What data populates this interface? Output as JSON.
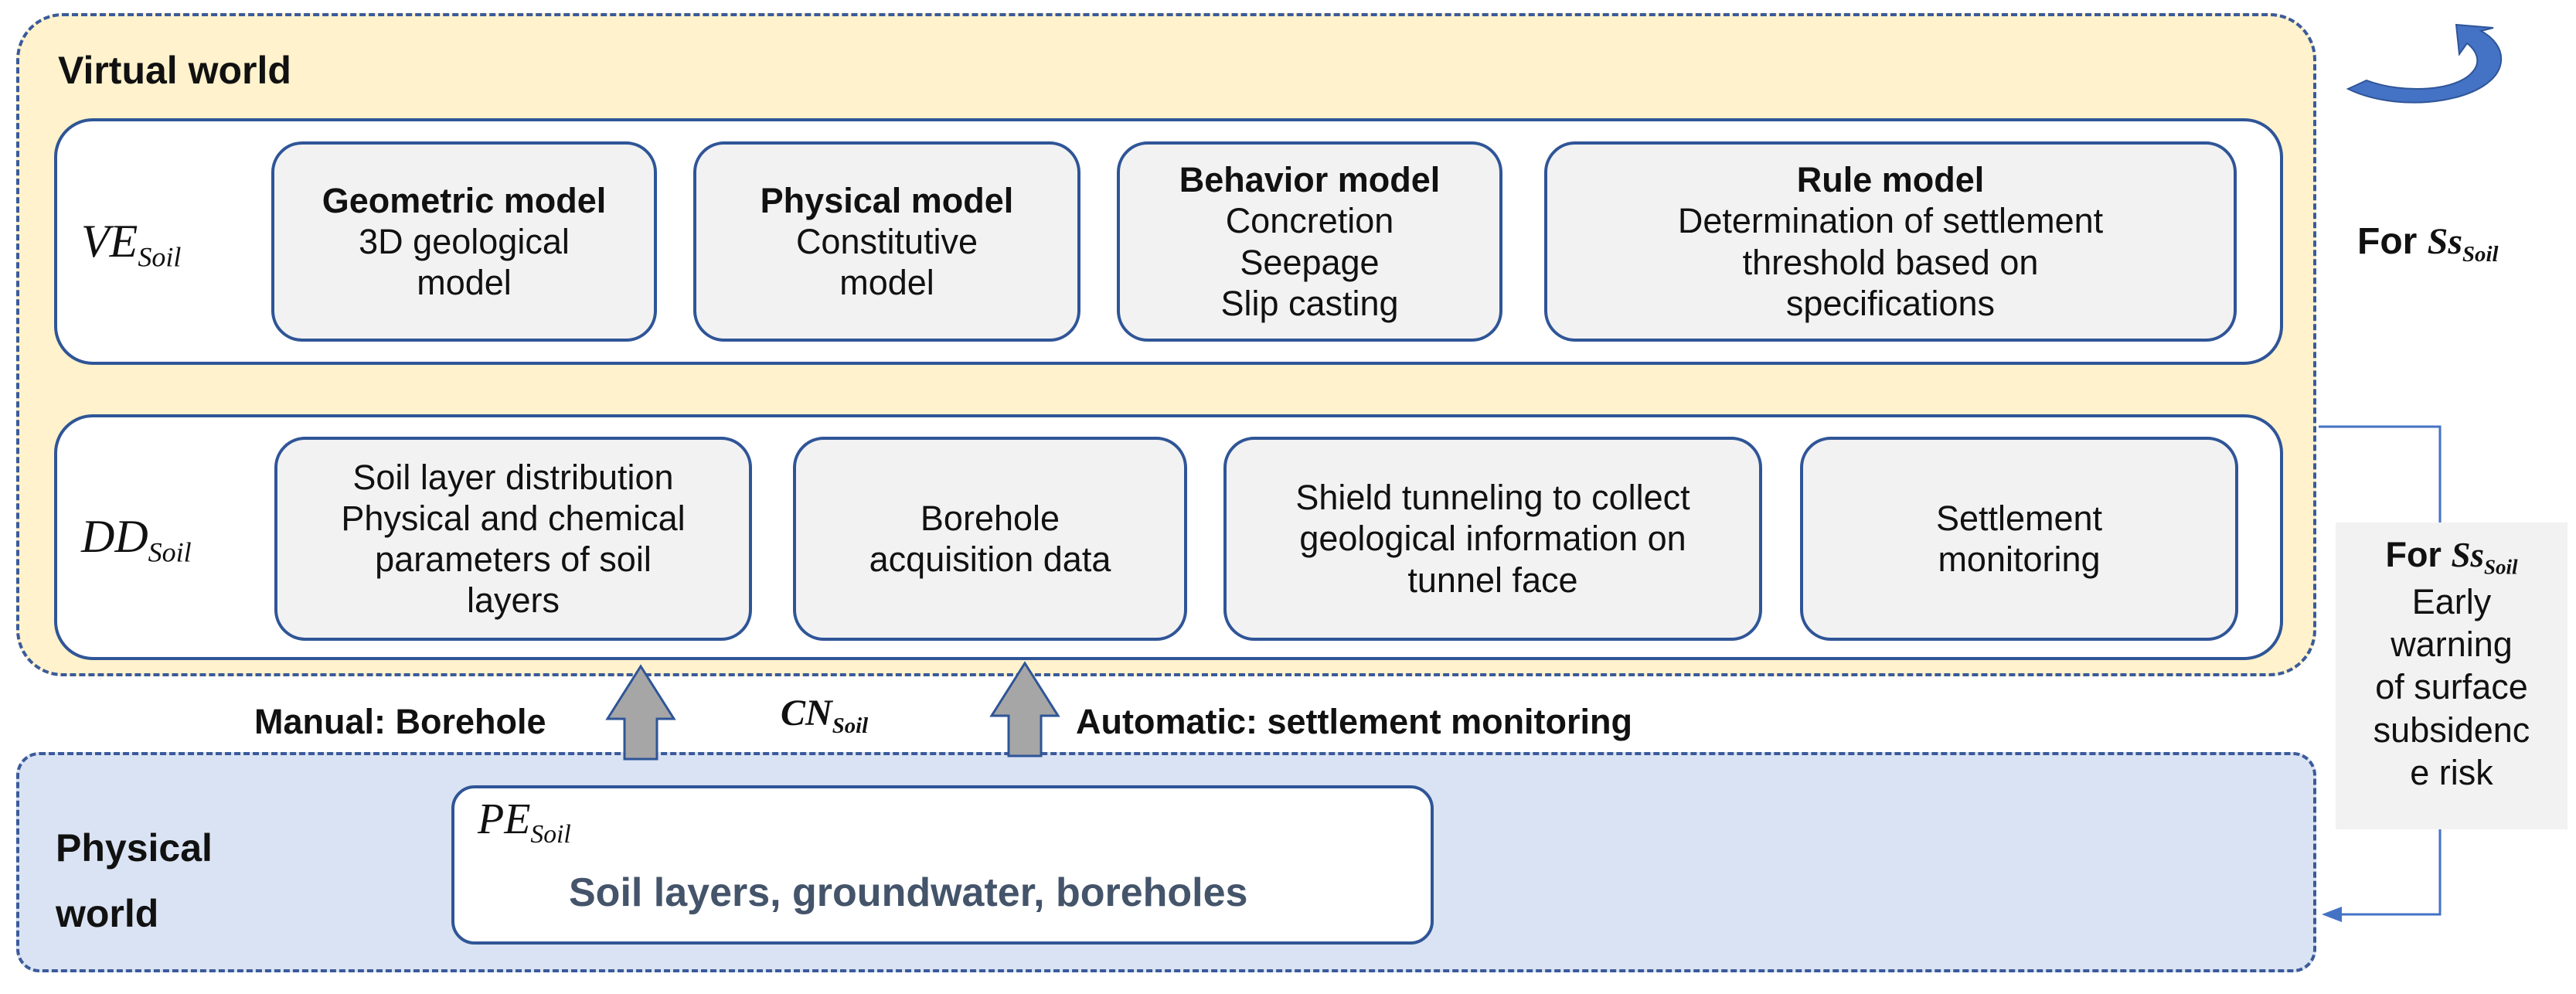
{
  "virtual_world": {
    "label": "Virtual world",
    "ve_row": {
      "symbol": "VE",
      "subscript": "Soil",
      "boxes": [
        {
          "title": "Geometric model",
          "lines": [
            "3D geological",
            "model"
          ]
        },
        {
          "title": "Physical model",
          "lines": [
            "Constitutive",
            "model"
          ]
        },
        {
          "title": "Behavior model",
          "lines": [
            "Concretion",
            "Seepage",
            "Slip casting"
          ]
        },
        {
          "title": "Rule model",
          "lines": [
            "Determination of settlement",
            "threshold based on",
            "specifications"
          ]
        }
      ]
    },
    "dd_row": {
      "symbol": "DD",
      "subscript": "Soil",
      "boxes": [
        {
          "lines": [
            "Soil layer distribution",
            "Physical and chemical",
            "parameters of soil",
            "layers"
          ]
        },
        {
          "lines": [
            "Borehole",
            "acquisition data"
          ]
        },
        {
          "lines": [
            "Shield tunneling to collect",
            "geological information on",
            "tunnel face"
          ]
        },
        {
          "lines": [
            "Settlement",
            "monitoring"
          ]
        }
      ]
    }
  },
  "connection": {
    "manual_label": "Manual: Borehole",
    "symbol": "CN",
    "subscript": "Soil",
    "automatic_label": "Automatic: settlement monitoring"
  },
  "physical_world": {
    "label_line1": "Physical",
    "label_line2": "world",
    "pe": {
      "symbol": "PE",
      "subscript": "Soil",
      "text": "Soil layers, groundwater, boreholes"
    }
  },
  "feedback": {
    "loop_prefix": "For",
    "loop_symbol": "Ss",
    "loop_subscript": "Soil",
    "side_prefix": "For",
    "side_symbol": "Ss",
    "side_subscript": "Soil",
    "side_lines": [
      "Early",
      "warning",
      "of surface",
      "subsidenc",
      "e risk"
    ]
  },
  "colors": {
    "virtual_bg": "#fff2cc",
    "physical_bg": "#dae3f3",
    "border": "#2f5597",
    "box_bg": "#f2f2f2",
    "arrow_blue": "#4472c4",
    "arrow_gray": "#a6a6a6"
  }
}
